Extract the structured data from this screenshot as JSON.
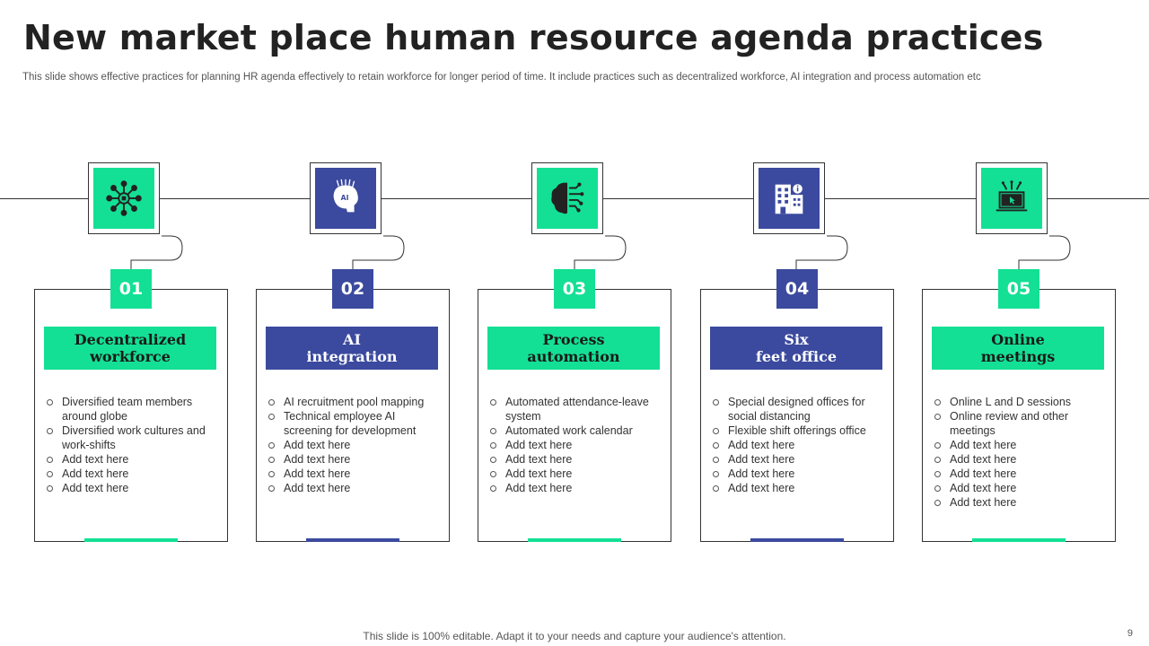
{
  "title": "New market place human resource agenda practices",
  "subtitle": "This slide shows effective practices for planning HR agenda effectively to retain workforce for longer period of time. It include practices such as decentralized workforce, AI integration and process automation etc",
  "colors": {
    "green": "#13E095",
    "blue": "#3B4A9E",
    "line": "#333333"
  },
  "steps": [
    {
      "number": "01",
      "title": "Decentralized\nworkforce",
      "color": "green",
      "icon": "network-hub-icon",
      "bullets": [
        "Diversified  team members around globe",
        "Diversified  work cultures and work-shifts",
        "Add text here",
        "Add text here",
        "Add text here"
      ]
    },
    {
      "number": "02",
      "title": "AI\nintegration",
      "color": "blue",
      "icon": "ai-brain-icon",
      "icon_text": "AI",
      "bullets": [
        "AI recruitment pool mapping",
        "Technical employee AI screening for development",
        "Add text here",
        "Add text here",
        "Add text here",
        "Add text here"
      ]
    },
    {
      "number": "03",
      "title": "Process\nautomation",
      "color": "green",
      "icon": "circuit-brain-icon",
      "bullets": [
        "Automated attendance-leave  system",
        "Automated work calendar",
        "Add text here",
        "Add text here",
        "Add text here",
        "Add text here"
      ]
    },
    {
      "number": "04",
      "title": "Six\nfeet office",
      "color": "blue",
      "icon": "office-building-icon",
      "bullets": [
        "Special designed offices for social distancing",
        "Flexible shift offerings  office",
        "Add text here",
        "Add text here",
        "Add text here",
        "Add text here"
      ]
    },
    {
      "number": "05",
      "title": "Online\nmeetings",
      "color": "green",
      "icon": "online-laptop-icon",
      "bullets": [
        "Online L and D sessions",
        "Online review  and other meetings",
        "Add text here",
        "Add text here",
        "Add text here",
        "Add text here",
        "Add text here"
      ]
    }
  ],
  "footer": "This slide is 100% editable. Adapt it to your needs and capture your audience's attention.",
  "page_number": "9"
}
